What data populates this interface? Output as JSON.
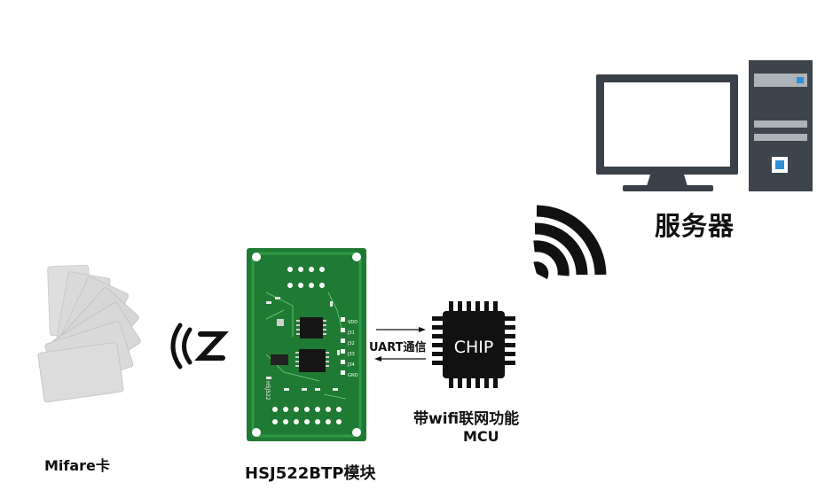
{
  "labels": {
    "server": "服务器",
    "card": "Mifare卡",
    "module": "HSJ522BTP模块",
    "uart": "UART通信",
    "mcu_line1": "带wifi联网功能",
    "mcu_line2": "MCU",
    "chip": "CHIP"
  },
  "pcb_labels": {
    "pins_right": [
      "VDD",
      "J31",
      "J32",
      "J33",
      "J34",
      "GND"
    ],
    "brand": "HSJ522"
  },
  "colors": {
    "pcb_green": "#1f7a33",
    "monitor_frame": "#3a4048",
    "tower_body": "#3d444c",
    "tower_accent": "#2f8fd8",
    "chip_body": "#111111",
    "card_fill": "#dcdcdc",
    "signal_black": "#111111"
  },
  "icons": [
    "server-monitor-icon",
    "server-tower-icon",
    "wifi-signal-icon",
    "nfc-signal-icon",
    "chip-icon",
    "card-stack-icon",
    "pcb-module-icon",
    "arrow-right-icon",
    "arrow-left-icon"
  ]
}
